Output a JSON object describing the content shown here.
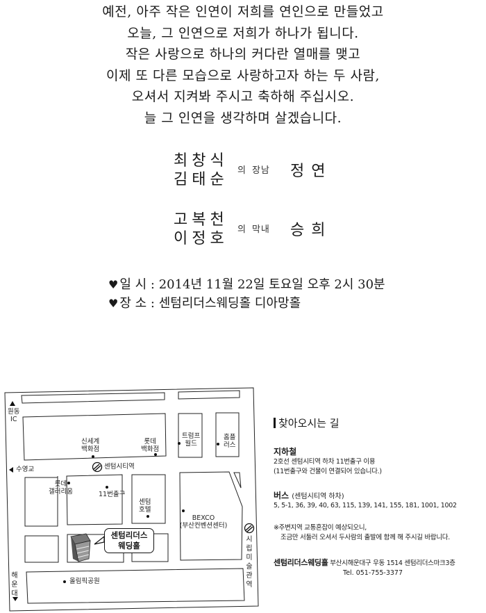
{
  "invitation": {
    "poem_lines": [
      "예전, 아주 작은 인연이 저희를 연인으로 만들었고",
      "오늘, 그 인연으로 저희가 하나가 됩니다.",
      "작은 사랑으로 하나의 커다란 열매를 맺고",
      "이제 또 다른 모습으로 사랑하고자 하는 두 사람,",
      "오셔서 지켜봐 주시고 축하해 주십시오.",
      "늘 그 인연을 생각하며 살겠습니다."
    ],
    "groom_family": {
      "father": "최창식",
      "mother": "김태순",
      "possessive": "의",
      "relation": "장남",
      "child": "정연"
    },
    "bride_family": {
      "father": "고복천",
      "mother": "이정호",
      "possessive": "의",
      "relation": "막내",
      "child": "승희"
    },
    "details": {
      "heart_icon": "♥",
      "date_label": "일 시",
      "date_value": "2014년 11월 22일 토요일 오후 2시 30분",
      "place_label": "장 소",
      "place_value": "센텀리더스웨딩홀 디아망홀"
    }
  },
  "map": {
    "labels": {
      "wondong_ic": [
        "원동",
        "IC"
      ],
      "suyeonggyo": "수영교",
      "haeundae": [
        "해",
        "운",
        "대"
      ],
      "shinsegae": [
        "신세계",
        "백화점"
      ],
      "lotte_dept": [
        "롯데",
        "백화점"
      ],
      "trump_world": [
        "트럼프",
        "월드"
      ],
      "homeplus": [
        "홈플",
        "러스"
      ],
      "centum_city_station": "센텀시티역",
      "lotte_gallerium": [
        "롯데",
        "갤러리움"
      ],
      "exit_11": "11번출구",
      "centum_hotel": [
        "센텀",
        "호텔"
      ],
      "bexco": [
        "BEXCO",
        "(부산컨벤션센터)"
      ],
      "museum_station": [
        "시",
        "립",
        "미",
        "술",
        "관",
        "역"
      ],
      "olympic_park": "올림픽공원",
      "venue_bubble": [
        "센텀리더스",
        "웨딩홀"
      ]
    }
  },
  "directions": {
    "title": "찾아오시는 길",
    "subway": {
      "title": "지하철",
      "lines": [
        "2호선 센텀시티역 하차 11번출구 이용",
        "(11번출구와 건물이 연결되어 있습니다.)"
      ]
    },
    "bus": {
      "title": "버스",
      "subtitle": "(센텀시티역 하차)",
      "routes": "5, 5-1, 36, 39, 40, 63, 115, 139, 141, 155, 181, 1001, 1002"
    },
    "note": [
      "※주변지역 교통혼잡이 예상되오니,",
      "조금만 서둘러 오셔서 두사람의 출발에 함께 해 주시길 바랍니다."
    ],
    "venue_name": "센텀리더스웨딩홀",
    "venue_address": "부산시해운대구 우동 1514 센텀리더스마크3층",
    "tel": "Tel. 051-755-3377"
  }
}
